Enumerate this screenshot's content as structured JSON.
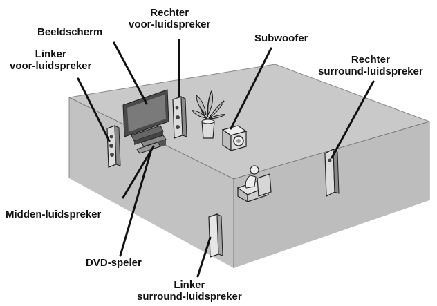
{
  "labels": {
    "beeldscherm": "Beeldscherm",
    "rechter_voor_1": "Rechter",
    "rechter_voor_2": "voor-luidspreker",
    "subwoofer": "Subwoofer",
    "linker_voor_1": "Linker",
    "linker_voor_2": "voor-luidspreker",
    "rechter_surround_1": "Rechter",
    "rechter_surround_2": "surround-luidspreker",
    "midden": "Midden-luidspreker",
    "dvd": "DVD-speler",
    "linker_surround_1": "Linker",
    "linker_surround_2": "surround-luidspreker"
  },
  "colors": {
    "wall": "#c9c9c9",
    "floor": "#ffffff",
    "line": "#111111",
    "speaker": "#d0d0d0",
    "screen": "#555555"
  }
}
